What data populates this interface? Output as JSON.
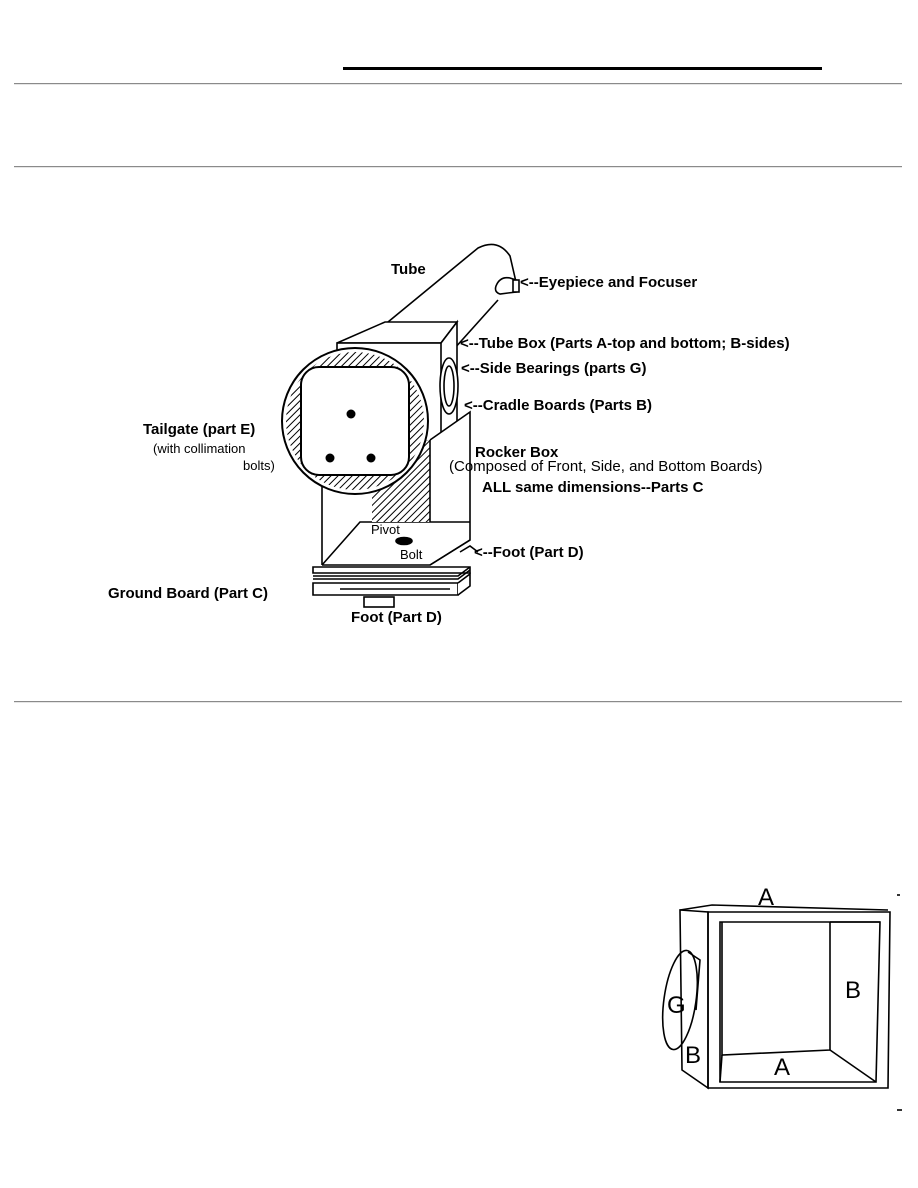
{
  "diagram1": {
    "labels": {
      "tube": "Tube",
      "eyepiece": "<--Eyepiece and Focuser",
      "tube_box": "<--Tube Box (Parts A-top and bottom; B-sides)",
      "side_bearings": "<--Side Bearings (parts G)",
      "cradle_boards": "<--Cradle Boards  (Parts B)",
      "tailgate": "Tailgate (part E)",
      "tailgate_sub1": "(with collimation",
      "tailgate_sub2": "bolts)",
      "rocker_box": "Rocker Box",
      "rocker_sub": "(Composed of Front, Side, and Bottom Boards)",
      "rocker_same": "ALL same dimensions--Parts C",
      "pivot": "Pivot",
      "bolt": "Bolt",
      "foot_right": "<--Foot (Part D)",
      "ground_board": "Ground Board (Part C)",
      "foot_bottom": "Foot (Part D)"
    }
  },
  "diagram2": {
    "labels": {
      "a_top": "A",
      "a_bottom": "A",
      "b_right": "B",
      "b_left": "B",
      "g": "G"
    }
  }
}
